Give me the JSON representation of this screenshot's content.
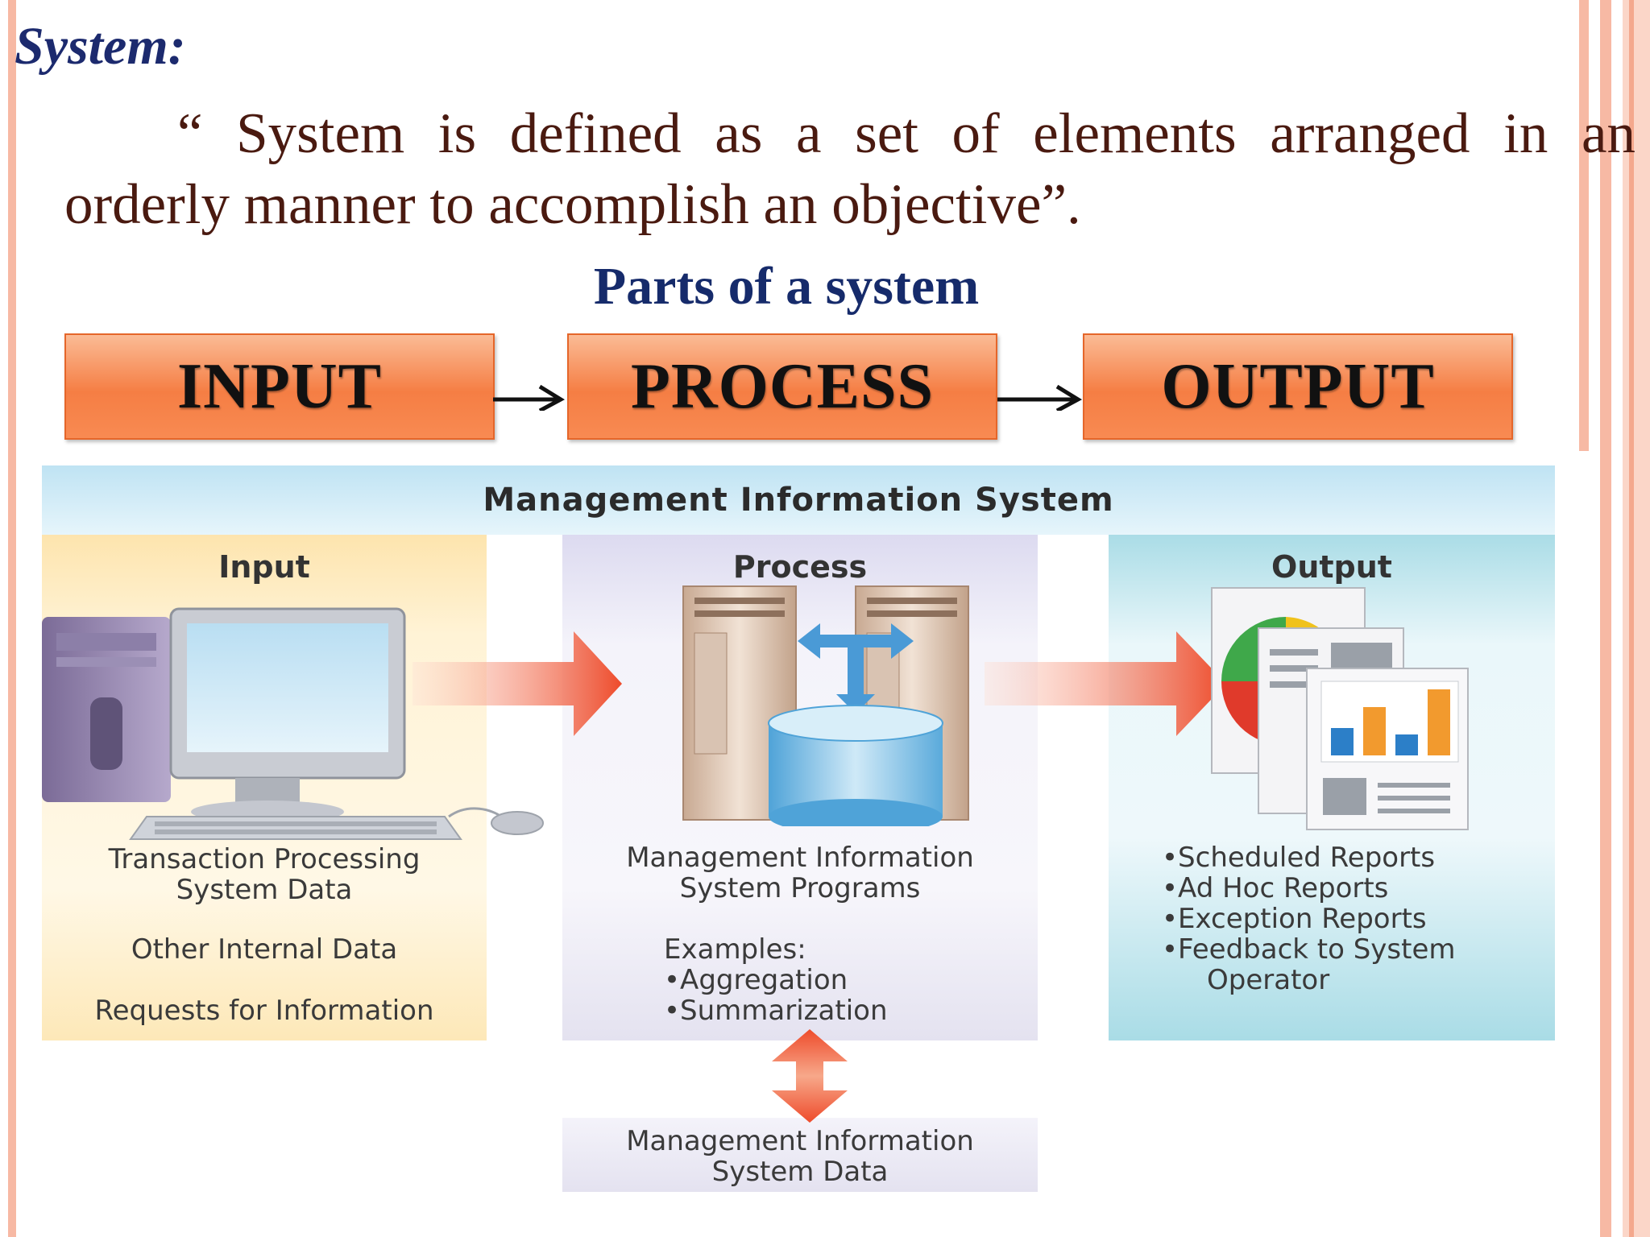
{
  "heading": "System:",
  "definition": {
    "line1": "“ System is defined as a set of elements arranged in an",
    "line2": "orderly manner to accomplish an objective”."
  },
  "parts_title": "Parts of a system",
  "flow": {
    "input": "INPUT",
    "process": "PROCESS",
    "output": "OUTPUT"
  },
  "mis": {
    "title": "Management Information System",
    "input": {
      "heading": "Input",
      "item1_line1": "Transaction Processing",
      "item1_line2": "System Data",
      "item2": "Other Internal Data",
      "item3": "Requests for Information"
    },
    "process": {
      "heading": "Process",
      "programs_line1": "Management Information",
      "programs_line2": "System Programs",
      "examples_label": "Examples:",
      "example1": "•Aggregation",
      "example2": "•Summarization",
      "data_line1": "Management Information",
      "data_line2": "System Data"
    },
    "output": {
      "heading": "Output",
      "item1": "•Scheduled Reports",
      "item2": "•Ad Hoc Reports",
      "item3": "•Exception Reports",
      "item4": "•Feedback to System",
      "item4_cont": "Operator"
    }
  },
  "colors": {
    "heading": "#1c2a6e",
    "definition_text": "#4a1a10",
    "ipo_box": "#f57e44",
    "input_column": "#fde8b8",
    "process_column": "#e4e2f0",
    "output_column": "#a9dce6",
    "flow_arrow": "#ee4b2b"
  }
}
